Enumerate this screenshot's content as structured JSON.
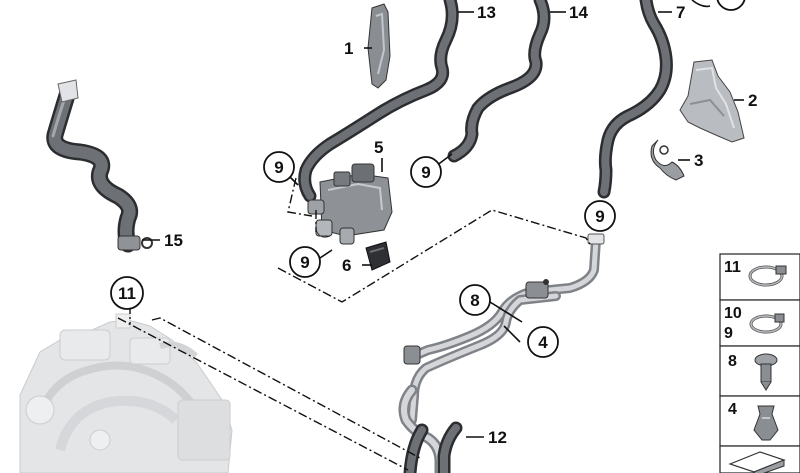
{
  "callouts": {
    "c1": "1",
    "c2": "2",
    "c3": "3",
    "c4": "4",
    "c5": "5",
    "c6": "6",
    "c7": "7",
    "c8": "8",
    "c9": "9",
    "c11": "11",
    "c12": "12",
    "c13": "13",
    "c14": "14",
    "c15": "15"
  },
  "legend": {
    "row1": [
      "11"
    ],
    "row2": [
      "10",
      "9"
    ],
    "row3": [
      "8"
    ],
    "row4": [
      "4"
    ]
  },
  "colors": {
    "hose_dark": "#2b2d30",
    "pipe_metal": "#9a9ea3",
    "engine_grey": "#c9cbce",
    "line": "#111111"
  }
}
